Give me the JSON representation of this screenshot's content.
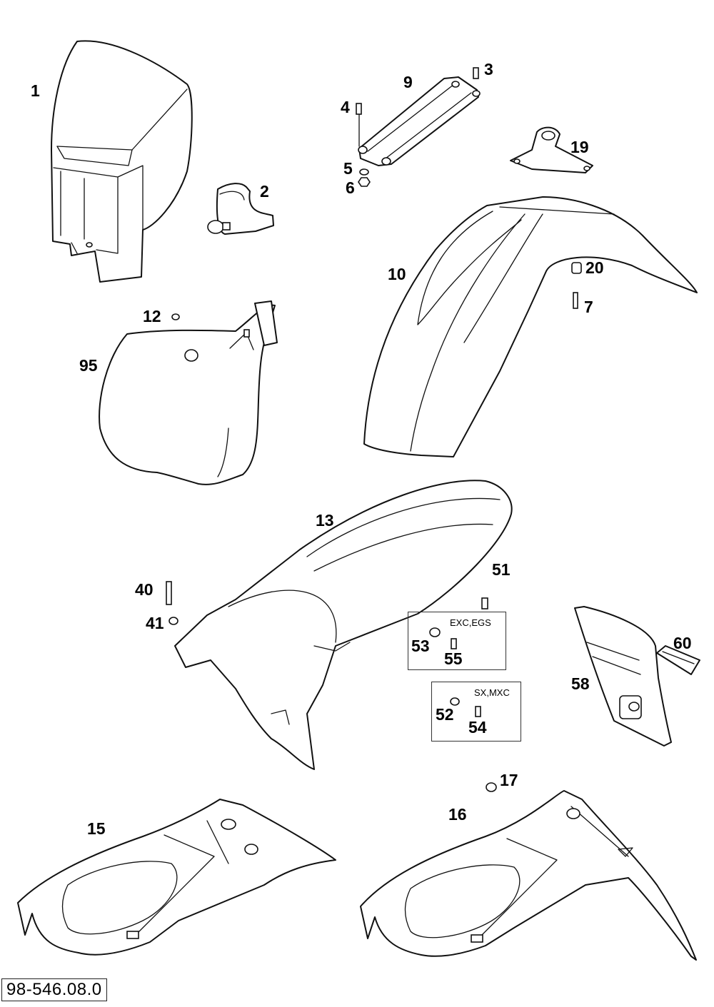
{
  "labels": {
    "p1": "1",
    "p2": "2",
    "p3": "3",
    "p4": "4",
    "p5": "5",
    "p6": "6",
    "p7": "7",
    "p9": "9",
    "p10": "10",
    "p12": "12",
    "p13": "13",
    "p15": "15",
    "p16": "16",
    "p17": "17",
    "p19": "19",
    "p20": "20",
    "p40": "40",
    "p41": "41",
    "p51": "51",
    "p52": "52",
    "p53": "53",
    "p54": "54",
    "p55": "55",
    "p58": "58",
    "p60": "60",
    "p95": "95"
  },
  "variants": {
    "exc_egs": "EXC,EGS",
    "sx_mxc": "SX,MXC"
  },
  "doc_code": "98-546.08.0"
}
